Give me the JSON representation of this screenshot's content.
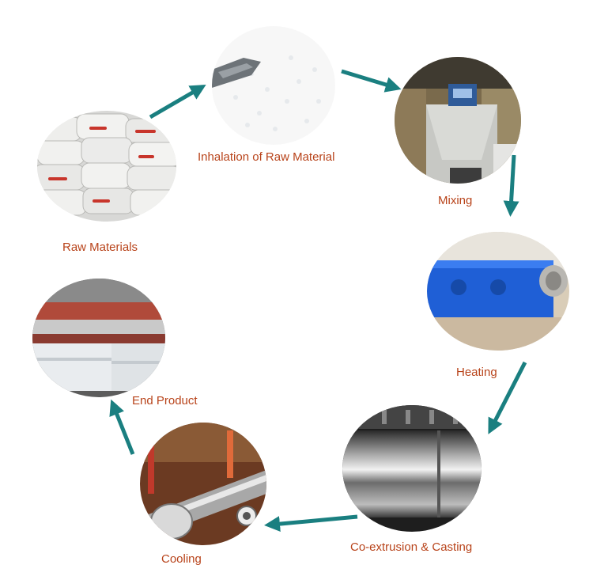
{
  "diagram": {
    "stages": [
      {
        "id": "raw-materials",
        "label": "Raw Materials"
      },
      {
        "id": "inhalation",
        "label": "Inhalation of Raw Material"
      },
      {
        "id": "mixing",
        "label": "Mixing"
      },
      {
        "id": "heating",
        "label": "Heating"
      },
      {
        "id": "co-extrusion",
        "label": "Co-extrusion & Casting"
      },
      {
        "id": "cooling",
        "label": "Cooling"
      },
      {
        "id": "end-product",
        "label": "End Product"
      }
    ],
    "flow": [
      [
        "raw-materials",
        "inhalation"
      ],
      [
        "inhalation",
        "mixing"
      ],
      [
        "mixing",
        "heating"
      ],
      [
        "heating",
        "co-extrusion"
      ],
      [
        "co-extrusion",
        "cooling"
      ],
      [
        "cooling",
        "end-product"
      ]
    ],
    "colors": {
      "label": "#b8431a",
      "arrow": "#1a7f80"
    }
  }
}
